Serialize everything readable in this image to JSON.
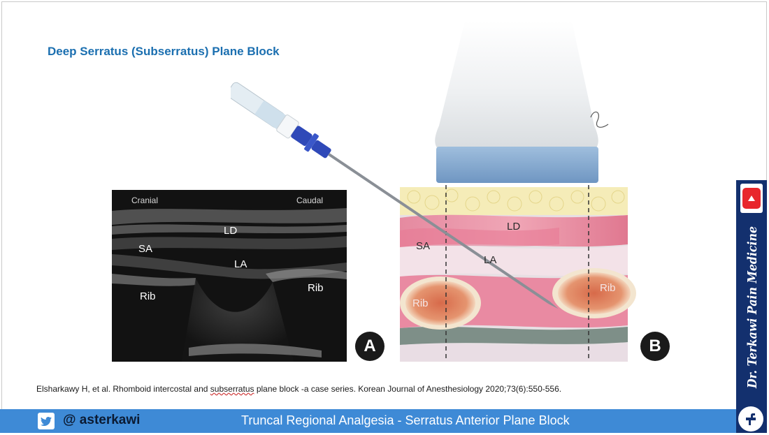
{
  "slide": {
    "title": "Deep Serratus (Subserratus) Plane Block",
    "citation_before": "Elsharkawy H, et al. Rhomboid intercostal and ",
    "citation_flagged_word": "subserratus",
    "citation_after": " plane block -a case series. Korean Journal of Anesthesiology 2020;73(6):550-556."
  },
  "panel_a": {
    "letter": "A",
    "cranial": "Cranial",
    "caudal": "Caudal",
    "labels": {
      "ld": "LD",
      "sa": "SA",
      "la": "LA",
      "rib_left": "Rib",
      "rib_right": "Rib"
    }
  },
  "panel_b": {
    "letter": "B",
    "labels": {
      "ld": "LD",
      "sa": "SA",
      "la": "LA",
      "rib_left": "Rib",
      "rib_right": "Rib"
    }
  },
  "footer": {
    "handle": "@ asterkawi",
    "title": "Truncal Regional Analgesia - Serratus Anterior Plane Block"
  },
  "sidebar": {
    "brand": "Dr. Terkawi Pain Medicine"
  },
  "icons": {
    "twitter": "twitter-icon",
    "youtube": "youtube-icon",
    "facebook": "facebook-icon"
  },
  "colors": {
    "title_blue": "#1b6fb0",
    "footer_blue": "#3e8ad6",
    "sidebar_navy": "#13306e",
    "youtube_red": "#e8262c"
  }
}
